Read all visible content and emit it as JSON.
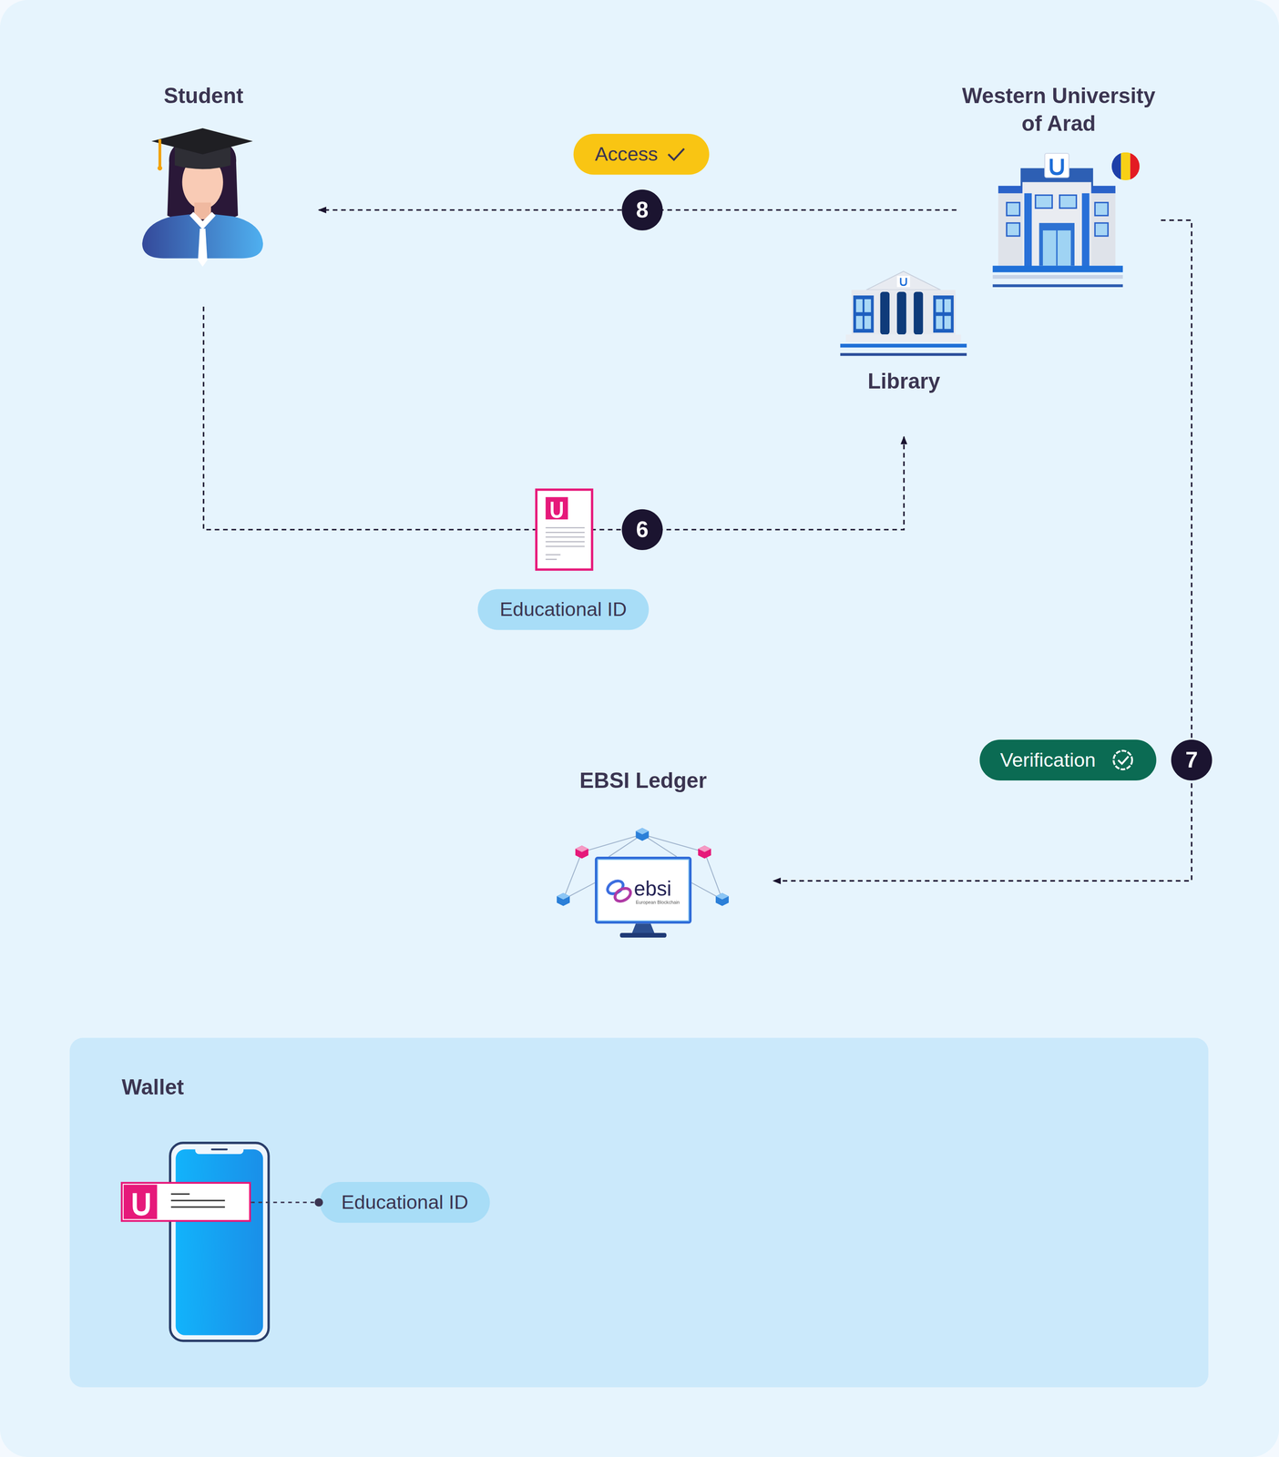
{
  "diagram": {
    "nodes": [
      {
        "text": [
          "Student"
        ]
      },
      {
        "text": [
          "Western University of Arad"
        ]
      },
      {
        "text": [
          "Library"
        ]
      },
      {
        "text": [
          "EBSI Ledger"
        ]
      },
      {
        "text": [
          "Wallet"
        ]
      },
      {
        "text": [
          "Educational ID"
        ],
        "in": 4
      }
    ],
    "edges": [
      {
        "from": 0,
        "to": 2,
        "arrow": "to",
        "label": "Educational ID"
      },
      {
        "from": 1,
        "to": 3,
        "arrow": "to",
        "label": "Verification"
      },
      {
        "from": 1,
        "to": 0,
        "arrow": "to",
        "label": "Access"
      }
    ],
    "labels": [
      "8",
      "6",
      "7",
      "ebsi",
      "European Blockchain"
    ]
  }
}
